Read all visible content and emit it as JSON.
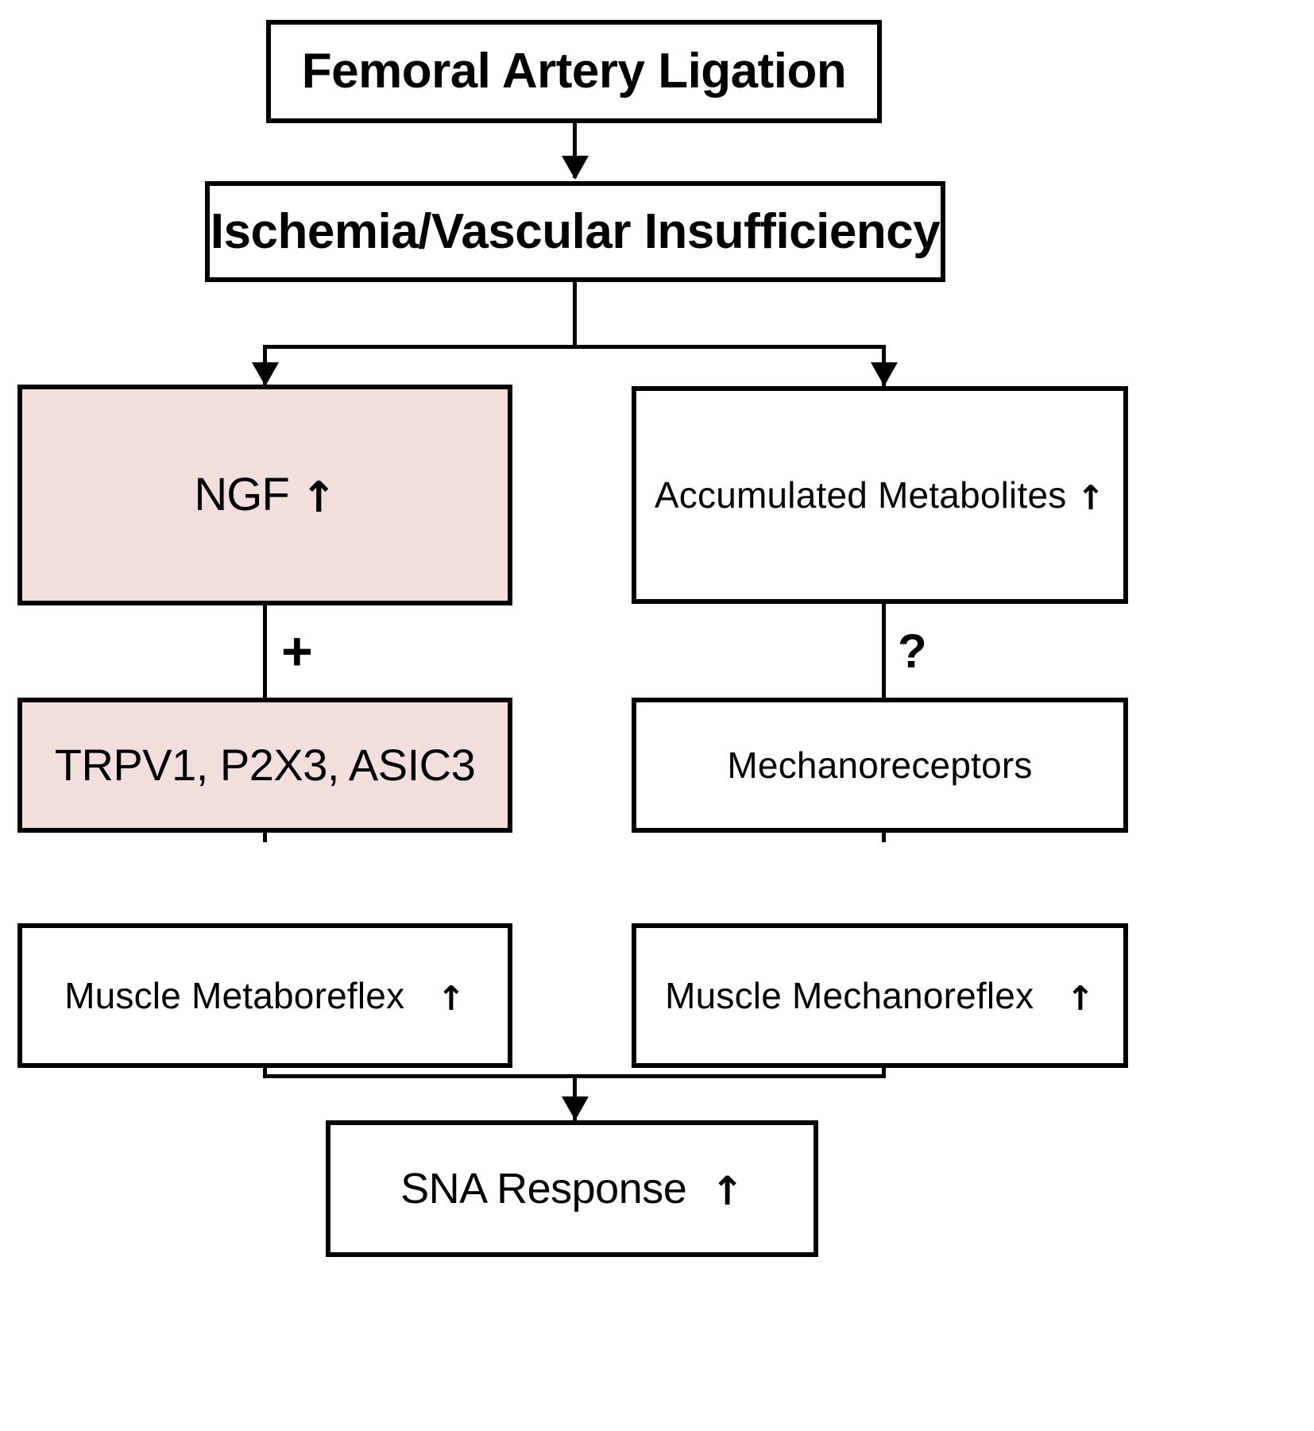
{
  "diagram": {
    "title": "Femoral artery ligation signalling flowchart",
    "accent_pink": "#f2dfdd",
    "line_color": "#000000",
    "background": "#ffffff",
    "arrow_up_glyph": "↑",
    "nodes": [
      {
        "id": "femoral_artery_ligation",
        "text": "Femoral Artery Ligation",
        "highlight": false
      },
      {
        "id": "ischemia",
        "text": "Ischemia/Vascular Insufficiency",
        "highlight": false
      },
      {
        "id": "ngf",
        "text": "NGF",
        "suffix": "↑",
        "highlight": true
      },
      {
        "id": "accumulated_metabolites",
        "text": "Accumulated Metabolites",
        "suffix": "↑",
        "highlight": false
      },
      {
        "id": "channels",
        "text": "TRPV1, P2X3, ASIC3",
        "highlight": true
      },
      {
        "id": "mechanoreceptors",
        "text": "Mechanoreceptors",
        "highlight": false
      },
      {
        "id": "muscle_metaboreflex",
        "text": "Muscle Metaboreflex",
        "suffix": "↑",
        "highlight": false
      },
      {
        "id": "muscle_mechanoreflex",
        "text": "Muscle Mechanoreflex",
        "suffix": "↑",
        "highlight": false
      },
      {
        "id": "sna_response",
        "text": "SNA Response",
        "suffix": "↑",
        "highlight": false
      }
    ],
    "edge_labels": {
      "ngf_to_channels": "+",
      "metabolites_to_mechanoreceptors": "?"
    }
  },
  "chart_data": {
    "type": "diagram",
    "title": "Femoral Artery Ligation pathway",
    "nodes": [
      "Femoral Artery Ligation",
      "Ischemia/Vascular Insufficiency",
      "NGF ↑",
      "Accumulated Metabolites ↑",
      "TRPV1, P2X3, ASIC3",
      "Mechanoreceptors",
      "Muscle Metaboreflex ↑",
      "Muscle Mechanoreflex ↑",
      "SNA Response ↑"
    ],
    "edges": [
      {
        "from": "Femoral Artery Ligation",
        "to": "Ischemia/Vascular Insufficiency",
        "label": ""
      },
      {
        "from": "Ischemia/Vascular Insufficiency",
        "to": "NGF ↑",
        "label": ""
      },
      {
        "from": "Ischemia/Vascular Insufficiency",
        "to": "Accumulated Metabolites ↑",
        "label": ""
      },
      {
        "from": "NGF ↑",
        "to": "TRPV1, P2X3, ASIC3",
        "label": "+"
      },
      {
        "from": "Accumulated Metabolites ↑",
        "to": "Mechanoreceptors",
        "label": "?"
      },
      {
        "from": "TRPV1, P2X3, ASIC3",
        "to": "Muscle Metaboreflex ↑",
        "label": ""
      },
      {
        "from": "Mechanoreceptors",
        "to": "Muscle Mechanoreflex ↑",
        "label": ""
      },
      {
        "from": "Muscle Metaboreflex ↑",
        "to": "SNA Response ↑",
        "label": ""
      },
      {
        "from": "Muscle Mechanoreflex ↑",
        "to": "SNA Response ↑",
        "label": ""
      }
    ]
  }
}
